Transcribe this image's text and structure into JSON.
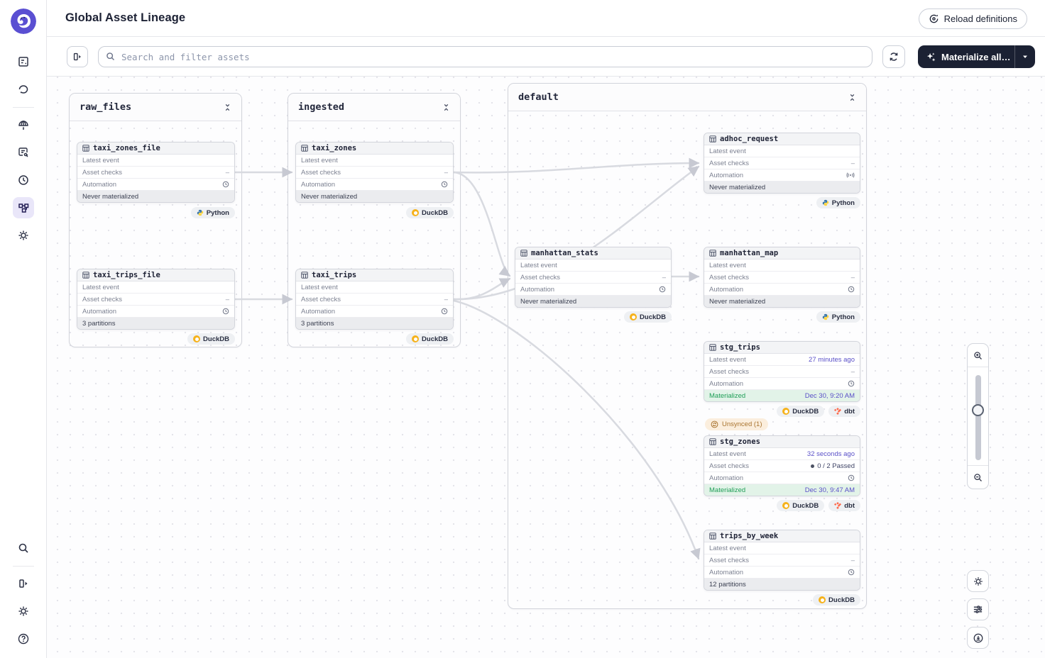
{
  "header": {
    "title": "Global Asset Lineage",
    "reload_label": "Reload definitions"
  },
  "toolbar": {
    "search_placeholder": "Search and filter assets",
    "materialize_label": "Materialize all…"
  },
  "labels": {
    "latest_event": "Latest event",
    "asset_checks": "Asset checks",
    "automation": "Automation"
  },
  "badge_labels": {
    "python": "Python",
    "duckdb": "DuckDB",
    "dbt": "dbt"
  },
  "groups": [
    {
      "name": "raw_files"
    },
    {
      "name": "ingested"
    },
    {
      "name": "default"
    }
  ],
  "assets": [
    {
      "name": "taxi_zones_file",
      "latest_event": "",
      "asset_checks": "–",
      "automation": "schedule",
      "footer": "Never materialized",
      "badges": [
        "Python"
      ]
    },
    {
      "name": "taxi_trips_file",
      "latest_event": "",
      "asset_checks": "–",
      "automation": "schedule",
      "footer": "3 partitions",
      "badges": [
        "DuckDB"
      ]
    },
    {
      "name": "taxi_zones",
      "latest_event": "",
      "asset_checks": "–",
      "automation": "schedule",
      "footer": "Never materialized",
      "badges": [
        "DuckDB"
      ]
    },
    {
      "name": "taxi_trips",
      "latest_event": "",
      "asset_checks": "–",
      "automation": "schedule",
      "footer": "3 partitions",
      "badges": [
        "DuckDB"
      ]
    },
    {
      "name": "adhoc_request",
      "latest_event": "",
      "asset_checks": "–",
      "automation": "sensor",
      "footer": "Never materialized",
      "badges": [
        "Python"
      ]
    },
    {
      "name": "manhattan_stats",
      "latest_event": "",
      "asset_checks": "–",
      "automation": "schedule",
      "footer": "Never materialized",
      "badges": [
        "DuckDB"
      ]
    },
    {
      "name": "manhattan_map",
      "latest_event": "",
      "asset_checks": "–",
      "automation": "schedule",
      "footer": "Never materialized",
      "badges": [
        "Python"
      ]
    },
    {
      "name": "stg_trips",
      "latest_event": "27 minutes ago",
      "asset_checks": "–",
      "automation": "schedule",
      "status": "Materialized",
      "status_date": "Dec 30, 9:20 AM",
      "badges": [
        "DuckDB",
        "dbt"
      ],
      "tag": "Unsynced (1)"
    },
    {
      "name": "stg_zones",
      "latest_event": "32 seconds ago",
      "asset_checks": "0 / 2 Passed",
      "automation": "schedule",
      "status": "Materialized",
      "status_date": "Dec 30, 9:47 AM",
      "badges": [
        "DuckDB",
        "dbt"
      ]
    },
    {
      "name": "trips_by_week",
      "latest_event": "",
      "asset_checks": "–",
      "automation": "schedule",
      "footer": "12 partitions",
      "badges": [
        "DuckDB"
      ]
    }
  ],
  "colors": {
    "accent_purple": "#5a4fd2",
    "link_purple": "#5a50c8",
    "materialized_green": "#1f9e57",
    "materialized_bg": "#e2f3e8",
    "unsynced_amber": "#a9742f",
    "edge_gray": "#d8dae0",
    "dark_button": "#1b2133",
    "duckdb_yellow": "#f6b21b",
    "dbt_orange": "#ff694a"
  },
  "sidebar_icons": [
    "overview-icon",
    "runs-icon",
    "assets-icon",
    "jobs-icon",
    "schedules-icon",
    "lineage-icon",
    "deployment-icon",
    "search-icon",
    "expand-panel-icon",
    "settings-icon",
    "help-icon"
  ]
}
